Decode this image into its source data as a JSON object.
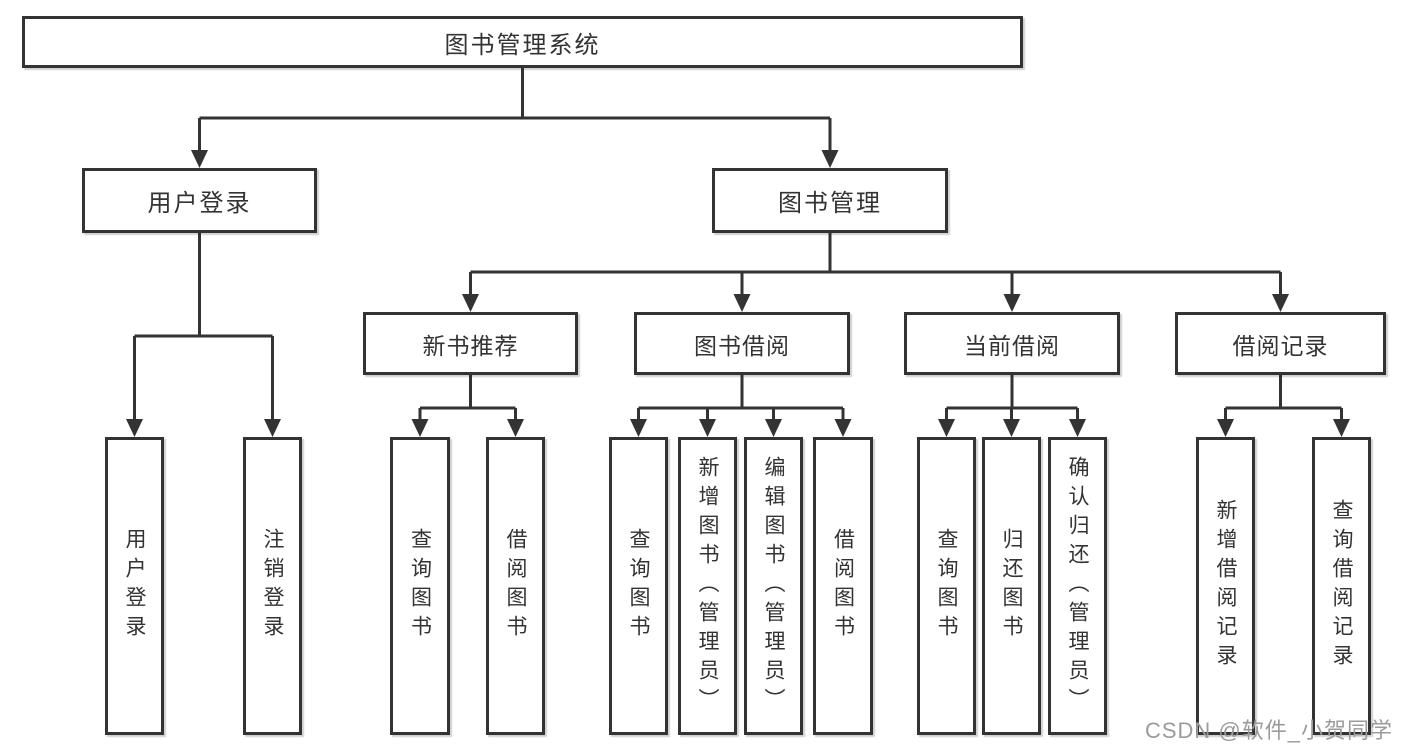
{
  "diagram": {
    "root": {
      "label": "图书管理系统"
    },
    "user_login": {
      "label": "用户登录",
      "children": [
        {
          "label": "用户登录"
        },
        {
          "label": "注销登录"
        }
      ]
    },
    "book_mgmt": {
      "label": "图书管理",
      "sections": [
        {
          "label": "新书推荐",
          "children": [
            {
              "label": "查询图书"
            },
            {
              "label": "借阅图书"
            }
          ]
        },
        {
          "label": "图书借阅",
          "children": [
            {
              "label": "查询图书"
            },
            {
              "label": "新增图书（管理员）"
            },
            {
              "label": "编辑图书（管理员）"
            },
            {
              "label": "借阅图书"
            }
          ]
        },
        {
          "label": "当前借阅",
          "children": [
            {
              "label": "查询图书"
            },
            {
              "label": "归还图书"
            },
            {
              "label": "确认归还（管理员）"
            }
          ]
        },
        {
          "label": "借阅记录",
          "children": [
            {
              "label": "新增借阅记录"
            },
            {
              "label": "查询借阅记录"
            }
          ]
        }
      ]
    }
  },
  "watermark": {
    "text": "CSDN @软件_小贺同学"
  },
  "colors": {
    "line": "#333333",
    "box_border": "#333333",
    "box_fill": "#ffffff",
    "text": "#333333",
    "watermark": "#9b9b9b",
    "background": "#ffffff"
  }
}
